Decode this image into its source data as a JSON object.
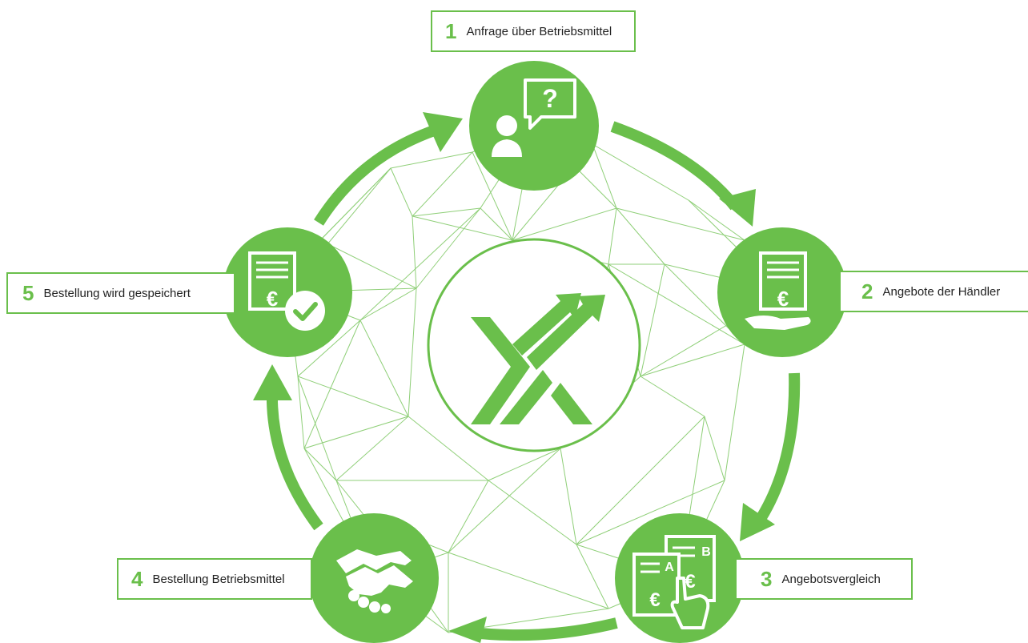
{
  "colors": {
    "accent": "#6abf4b",
    "text": "#222222",
    "background": "#ffffff"
  },
  "center": {
    "logo": "xtrade-arrows-logo"
  },
  "steps": [
    {
      "num": "1",
      "text": "Anfrage über Betriebsmittel",
      "icon": "person-question-icon"
    },
    {
      "num": "2",
      "text": "Angebote der Händler",
      "icon": "hand-document-euro-icon"
    },
    {
      "num": "3",
      "text": "Angebotsvergleich",
      "icon": "compare-offers-a-b-icon",
      "icon_letters": [
        "A",
        "B"
      ]
    },
    {
      "num": "4",
      "text": "Bestellung Betriebsmittel",
      "icon": "handshake-icon"
    },
    {
      "num": "5",
      "text": "Bestellung wird gespeichert",
      "icon": "document-euro-checkmark-icon"
    }
  ]
}
